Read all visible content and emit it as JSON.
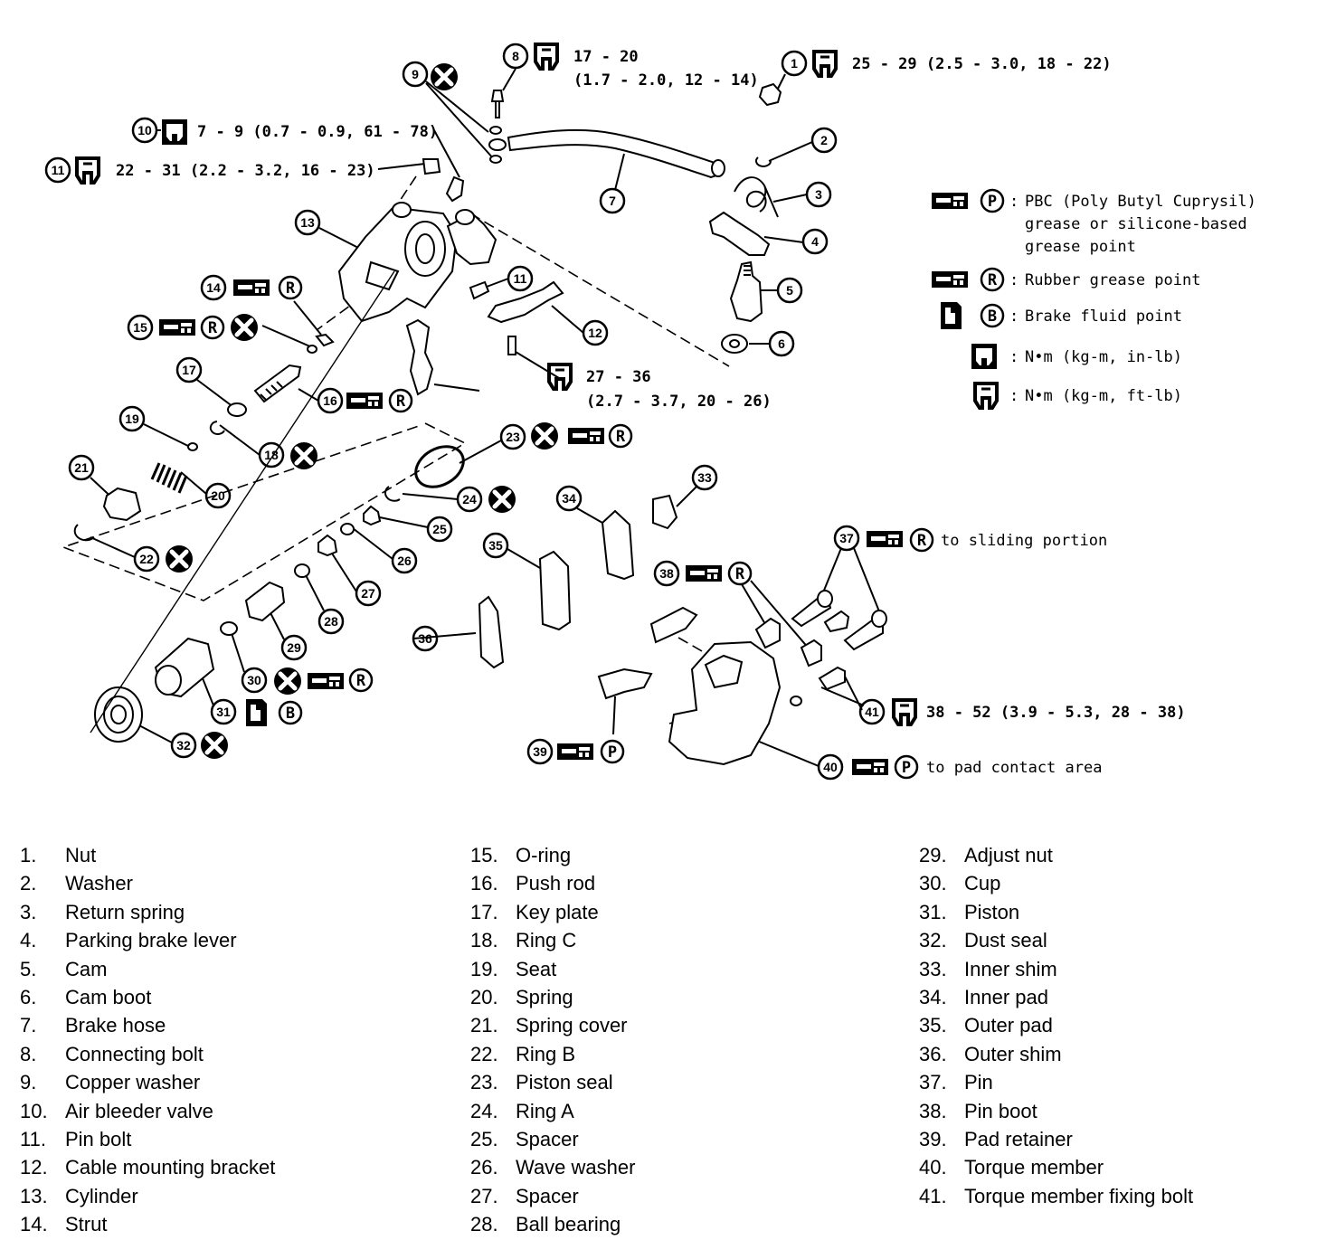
{
  "specs": {
    "s1": "25 - 29 (2.5 - 3.0, 18 - 22)",
    "s8a": "17 - 20",
    "s8b": "(1.7 - 2.0, 12 - 14)",
    "s10": "7 - 9 (0.7 - 0.9, 61 - 78)",
    "s11": "22 - 31 (2.2 - 3.2, 16 - 23)",
    "s12a": "27 - 36",
    "s12b": "(2.7 - 3.7, 20 - 26)",
    "s41": "38 - 52 (3.9 - 5.3, 28 - 38)",
    "s37": "to sliding portion",
    "s40": "to pad contact area"
  },
  "legend": {
    "p_line1": "PBC (Poly Butyl Cuprysil)",
    "p_line2": "grease or silicone-based",
    "p_line3": "grease point",
    "r_line": "Rubber grease point",
    "b_line": "Brake fluid point",
    "t1_line": "N•m (kg-m, in-lb)",
    "t2_line": "N•m (kg-m, ft-lb)",
    "colon": ":",
    "sym_p": "P",
    "sym_r": "R",
    "sym_b": "B"
  },
  "parts": [
    {
      "num": "1.",
      "name": "Nut"
    },
    {
      "num": "2.",
      "name": "Washer"
    },
    {
      "num": "3.",
      "name": "Return spring"
    },
    {
      "num": "4.",
      "name": "Parking brake lever"
    },
    {
      "num": "5.",
      "name": "Cam"
    },
    {
      "num": "6.",
      "name": "Cam boot"
    },
    {
      "num": "7.",
      "name": "Brake hose"
    },
    {
      "num": "8.",
      "name": "Connecting bolt"
    },
    {
      "num": "9.",
      "name": "Copper washer"
    },
    {
      "num": "10.",
      "name": "Air bleeder valve"
    },
    {
      "num": "11.",
      "name": "Pin bolt"
    },
    {
      "num": "12.",
      "name": "Cable mounting bracket"
    },
    {
      "num": "13.",
      "name": "Cylinder"
    },
    {
      "num": "14.",
      "name": "Strut"
    },
    {
      "num": "15.",
      "name": "O-ring"
    },
    {
      "num": "16.",
      "name": "Push rod"
    },
    {
      "num": "17.",
      "name": "Key plate"
    },
    {
      "num": "18.",
      "name": "Ring C"
    },
    {
      "num": "19.",
      "name": "Seat"
    },
    {
      "num": "20.",
      "name": "Spring"
    },
    {
      "num": "21.",
      "name": "Spring cover"
    },
    {
      "num": "22.",
      "name": "Ring B"
    },
    {
      "num": "23.",
      "name": "Piston seal"
    },
    {
      "num": "24.",
      "name": "Ring A"
    },
    {
      "num": "25.",
      "name": "Spacer"
    },
    {
      "num": "26.",
      "name": "Wave washer"
    },
    {
      "num": "27.",
      "name": "Spacer"
    },
    {
      "num": "28.",
      "name": "Ball bearing"
    },
    {
      "num": "29.",
      "name": "Adjust nut"
    },
    {
      "num": "30.",
      "name": "Cup"
    },
    {
      "num": "31.",
      "name": "Piston"
    },
    {
      "num": "32.",
      "name": "Dust seal"
    },
    {
      "num": "33.",
      "name": "Inner shim"
    },
    {
      "num": "34.",
      "name": "Inner pad"
    },
    {
      "num": "35.",
      "name": "Outer pad"
    },
    {
      "num": "36.",
      "name": "Outer shim"
    },
    {
      "num": "37.",
      "name": "Pin"
    },
    {
      "num": "38.",
      "name": "Pin boot"
    },
    {
      "num": "39.",
      "name": "Pad retainer"
    },
    {
      "num": "40.",
      "name": "Torque member"
    },
    {
      "num": "41.",
      "name": "Torque member fixing bolt"
    }
  ],
  "callouts": [
    "1",
    "2",
    "3",
    "4",
    "5",
    "6",
    "7",
    "8",
    "9",
    "10",
    "11",
    "12",
    "13",
    "14",
    "15",
    "16",
    "17",
    "18",
    "19",
    "20",
    "21",
    "22",
    "23",
    "24",
    "25",
    "26",
    "27",
    "28",
    "29",
    "30",
    "31",
    "32",
    "33",
    "34",
    "35",
    "36",
    "37",
    "38",
    "39",
    "40",
    "41",
    "11"
  ]
}
